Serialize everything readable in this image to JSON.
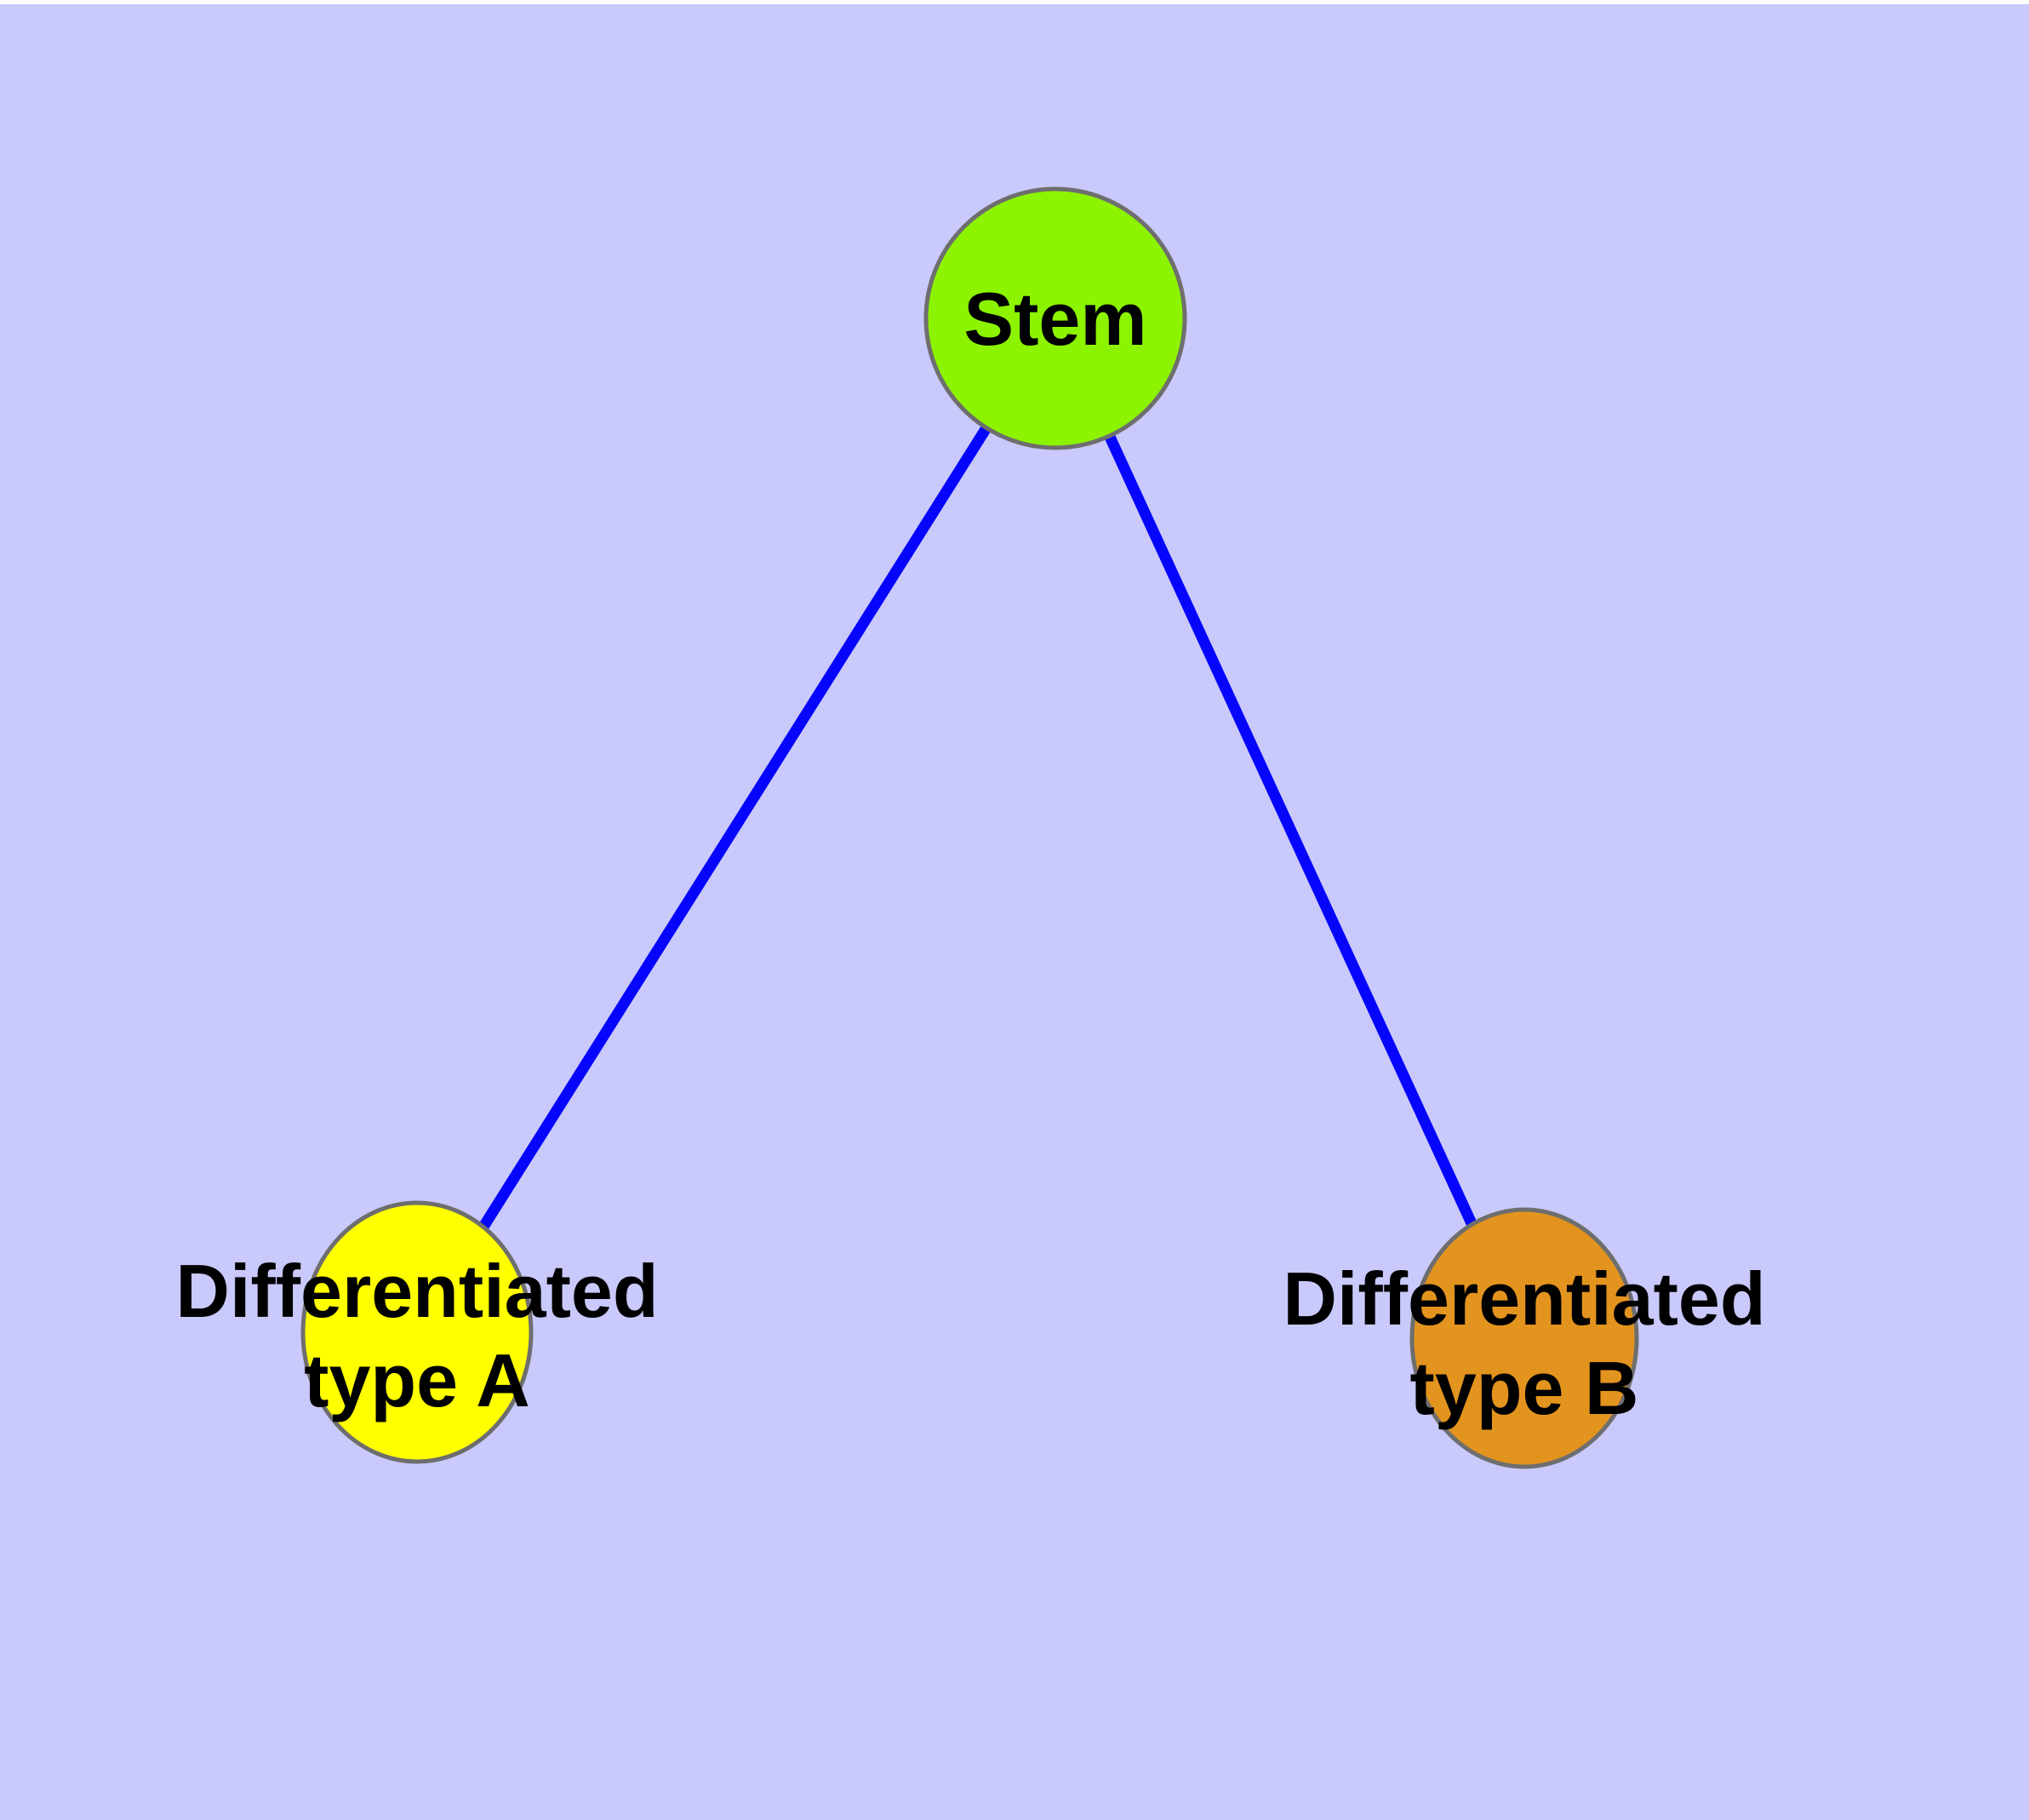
{
  "colors": {
    "background": "#c9c9fb",
    "top_strip": "#ffffff",
    "edge": "#0505fb",
    "node_border": "#6e6e6e",
    "stem_fill": "#8cf400",
    "type_a_fill": "#ffff00",
    "type_b_fill": "#e3941e",
    "label_text": "#000000"
  },
  "graph": {
    "nodes": [
      {
        "id": "stem",
        "lines": [
          "Stem"
        ]
      },
      {
        "id": "differentiated-type-a",
        "lines": [
          "Differentiated",
          "type A"
        ]
      },
      {
        "id": "differentiated-type-b",
        "lines": [
          "Differentiated",
          "type B"
        ]
      }
    ],
    "edges": [
      {
        "from": "stem",
        "to": "differentiated-type-a"
      },
      {
        "from": "stem",
        "to": "differentiated-type-b"
      }
    ]
  }
}
